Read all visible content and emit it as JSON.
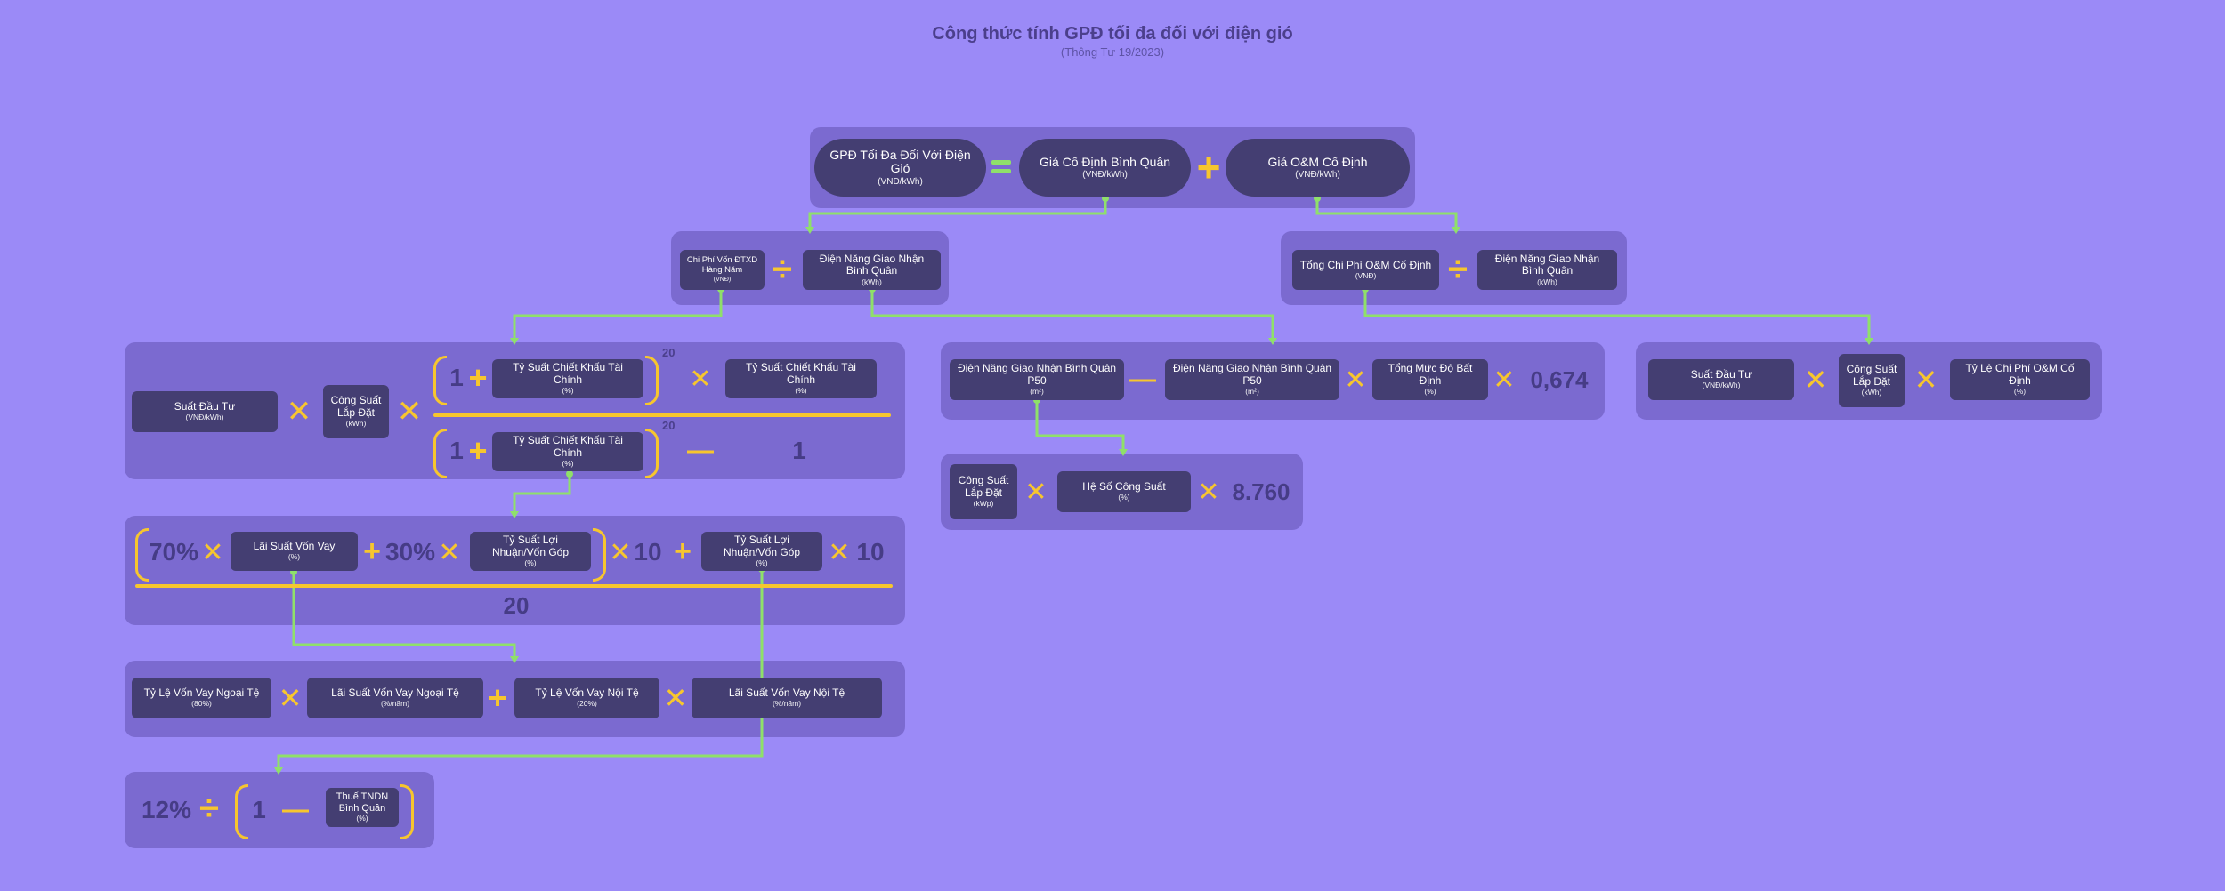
{
  "header": {
    "title": "Công thức tính GPĐ tối đa đối với điện gió",
    "subtitle": "(Thông Tư 19/2023)"
  },
  "colors": {
    "background": "#9b8af7",
    "group": "#7b6ad0",
    "box": "#443e72",
    "operator": "#f7c62e",
    "connector": "#8fe06a",
    "number": "#463c86"
  },
  "top": {
    "gpd": {
      "label": "GPĐ Tối Đa Đối Với Điện Gió",
      "unit": "(VNĐ/kWh)"
    },
    "fixed_price": {
      "label": "Giá Cố Định Bình Quân",
      "unit": "(VNĐ/kWh)"
    },
    "om_price": {
      "label": "Giá O&M Cố Định",
      "unit": "(VNĐ/kWh)"
    }
  },
  "left2": {
    "capex": {
      "label": "Chi Phí Vốn ĐTXD Hàng Năm",
      "unit": "(VNĐ)"
    },
    "energy": {
      "label": "Điện Năng Giao Nhận Bình Quân",
      "unit": "(kWh)"
    }
  },
  "right2": {
    "om_total": {
      "label": "Tổng Chi Phí O&M Cố Định",
      "unit": "(VNĐ)"
    },
    "energy": {
      "label": "Điện Năng Giao Nhận Bình Quân",
      "unit": "(kWh)"
    }
  },
  "annuity": {
    "invest_rate": {
      "label": "Suất Đầu Tư",
      "unit": "(VNĐ/kWh)"
    },
    "capacity": {
      "label": "Công Suất Lắp Đặt",
      "unit": "(kWh)"
    },
    "discount1": {
      "label": "Tỷ Suất Chiết Khấu Tài Chính",
      "unit": "(%)"
    },
    "discount2": {
      "label": "Tỷ Suất Chiết Khấu Tài Chính",
      "unit": "(%)"
    },
    "discount3": {
      "label": "Tỷ Suất Chiết Khấu Tài Chính",
      "unit": "(%)"
    },
    "one_top": "1",
    "one_bottom": "1",
    "one_minus": "1",
    "exp_top": "20",
    "exp_bottom": "20"
  },
  "energy_calc": {
    "p50_1": {
      "label": "Điện Năng Giao Nhận Bình Quân P50",
      "unit": "(m²)"
    },
    "p50_2": {
      "label": "Điện Năng Giao Nhận Bình Quân P50",
      "unit": "(m²)"
    },
    "uncertainty": {
      "label": "Tổng Mức Độ Bất Định",
      "unit": "(%)"
    },
    "factor": "0,674"
  },
  "p50_calc": {
    "capacity": {
      "label": "Công Suất Lắp Đặt",
      "unit": "(kWp)"
    },
    "cap_factor": {
      "label": "Hệ Số Công Suất",
      "unit": "(%)"
    },
    "hours": "8.760"
  },
  "om_calc": {
    "invest_rate": {
      "label": "Suất Đầu Tư",
      "unit": "(VNĐ/kWh)"
    },
    "capacity": {
      "label": "Công Suất Lắp Đặt",
      "unit": "(kWh)"
    },
    "om_ratio": {
      "label": "Tỷ Lệ Chi Phí O&M Cố Định",
      "unit": "(%)"
    }
  },
  "discount_calc": {
    "pct70": "70%",
    "pct30": "30%",
    "loan_rate": {
      "label": "Lãi Suất Vốn Vay",
      "unit": "(%)"
    },
    "equity_rate": {
      "label": "Tỷ Suất Lợi Nhuận/Vốn Góp",
      "unit": "(%)"
    },
    "ten1": "10",
    "equity_rate2": {
      "label": "Tỷ Suất Lợi Nhuận/Vốn Góp",
      "unit": "(%)"
    },
    "ten2": "10",
    "denominator": "20"
  },
  "loan_calc": {
    "fx_ratio": {
      "label": "Tỷ Lệ Vốn Vay Ngoại Tệ",
      "unit": "(80%)"
    },
    "fx_rate": {
      "label": "Lãi Suất Vốn Vay Ngoại Tệ",
      "unit": "(%/năm)"
    },
    "dom_ratio": {
      "label": "Tỷ Lệ Vốn Vay Nội Tệ",
      "unit": "(20%)"
    },
    "dom_rate": {
      "label": "Lãi Suất Vốn Vay Nội Tệ",
      "unit": "(%/năm)"
    }
  },
  "tax_calc": {
    "pct12": "12%",
    "one": "1",
    "cit": {
      "label": "Thuế TNDN Bình Quân",
      "unit": "(%)"
    }
  },
  "operators": {
    "times": "✕",
    "plus": "+",
    "minus": "—",
    "divide": "÷"
  }
}
